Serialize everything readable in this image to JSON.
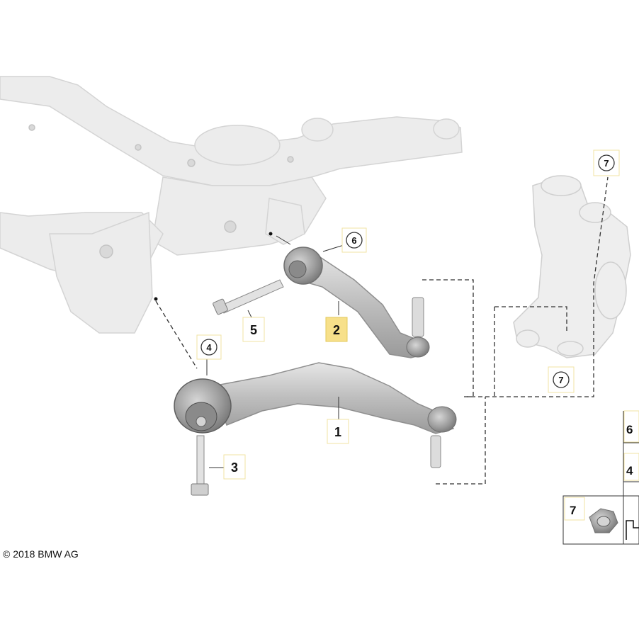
{
  "labels": {
    "p1": "1",
    "p2": "2",
    "p3": "3",
    "p5": "5"
  },
  "callouts": {
    "c4": "4",
    "c6": "6",
    "c7_top": "7",
    "c7_bottom": "7"
  },
  "table": {
    "row6": "6",
    "row4": "4",
    "row7": "7"
  },
  "copyright": "© 2018 BMW AG",
  "colors": {
    "highlight": "#f7e08a",
    "frame_fill": "#ececec",
    "arm_fill": "#c9c9c9"
  }
}
